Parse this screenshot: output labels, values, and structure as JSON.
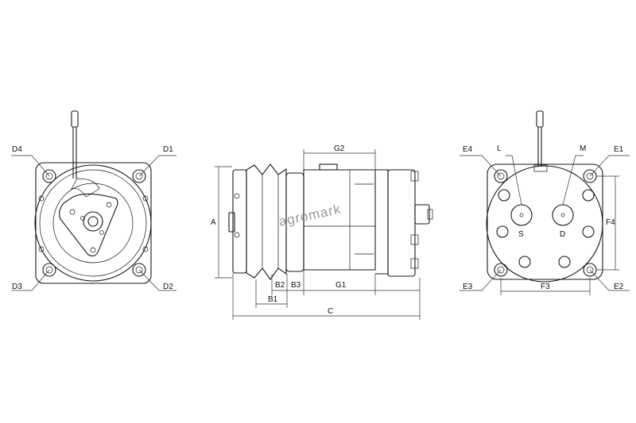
{
  "watermark": "agromark",
  "front_view": {
    "labels": {
      "d1": "D1",
      "d2": "D2",
      "d3": "D3",
      "d4": "D4"
    }
  },
  "side_view": {
    "labels": {
      "a": "A",
      "b1": "B1",
      "b2": "B2",
      "b3": "B3",
      "c": "C",
      "g1": "G1",
      "g2": "G2"
    }
  },
  "rear_view": {
    "labels": {
      "e1": "E1",
      "e2": "E2",
      "e3": "E3",
      "e4": "E4",
      "f3": "F3",
      "f4": "F4",
      "l": "L",
      "m": "M",
      "s": "S",
      "d": "D"
    }
  }
}
